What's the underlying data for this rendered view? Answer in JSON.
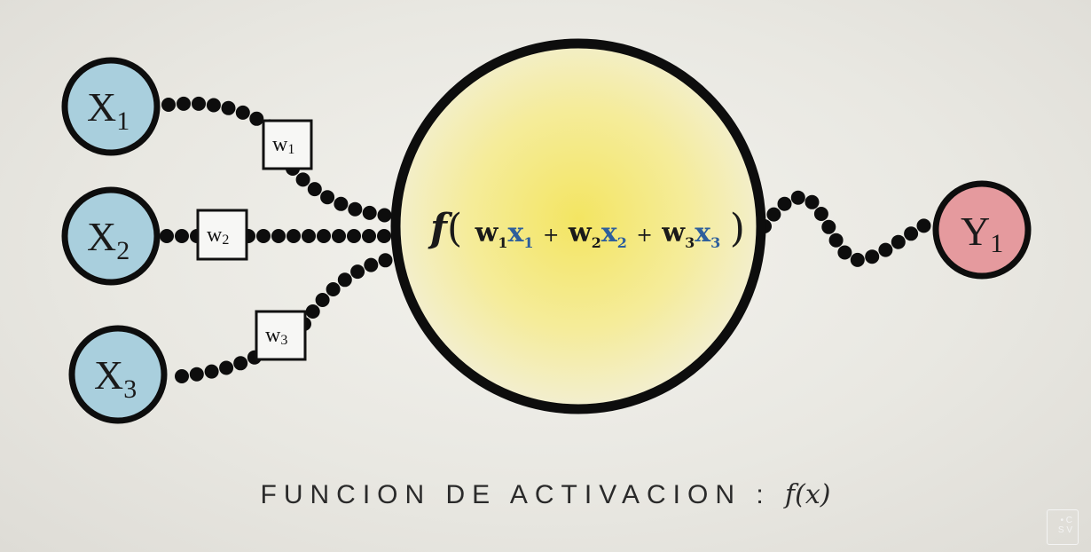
{
  "inputs": [
    {
      "letter": "X",
      "sub": "1"
    },
    {
      "letter": "X",
      "sub": "2"
    },
    {
      "letter": "X",
      "sub": "3"
    }
  ],
  "weights": [
    {
      "letter": "w",
      "sub": "1"
    },
    {
      "letter": "w",
      "sub": "2"
    },
    {
      "letter": "w",
      "sub": "3"
    }
  ],
  "output": {
    "letter": "Y",
    "sub": "1"
  },
  "formula": {
    "f": "f",
    "open": "(",
    "close": ")",
    "plus": "+",
    "w_letter": "w",
    "x_letter": "x",
    "subs": [
      "1",
      "2",
      "3"
    ]
  },
  "caption": {
    "text": "FUNCION DE ACTIVACION  :",
    "fx": "f(x)"
  },
  "logo": {
    "line1": "• C",
    "line2": "S V"
  },
  "colors": {
    "input_fill": "#a9cfdd",
    "output_fill": "#e59a9e",
    "neuron_fill": "#f5ec92",
    "x_accent": "#2e5f9c",
    "stroke": "#0d0d0d"
  }
}
